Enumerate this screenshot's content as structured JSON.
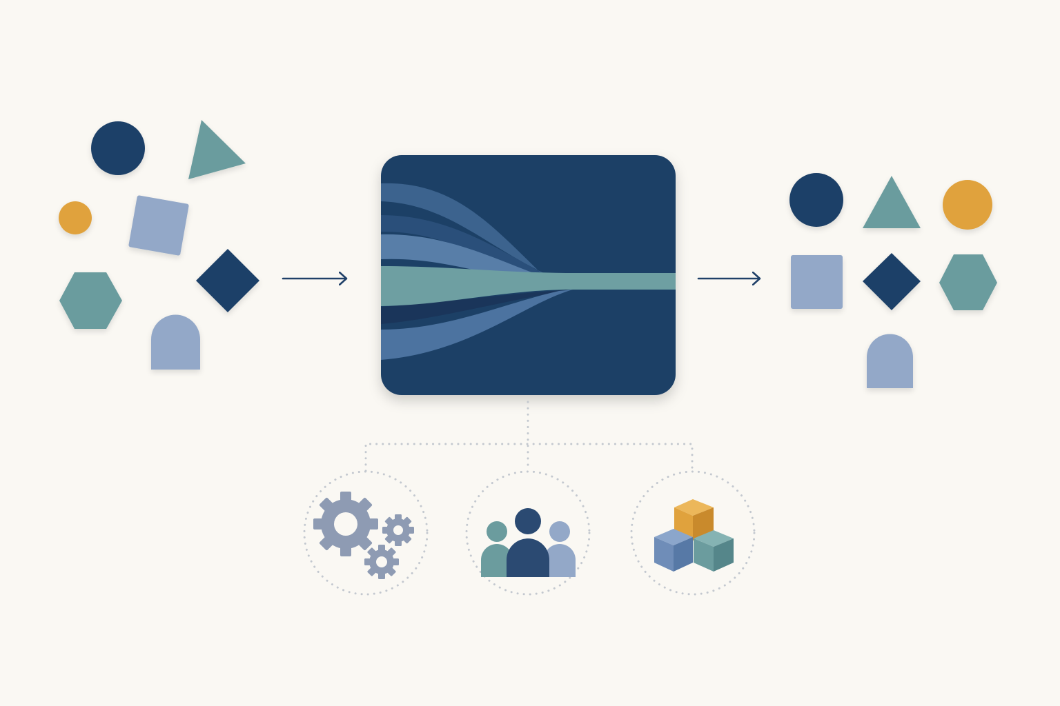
{
  "colors": {
    "background": "#faf8f3",
    "navy": "#1f4068",
    "teal": "#6b9c9e",
    "periwinkle": "#93a8c8",
    "mustard": "#e0a23d",
    "slate": "#8e9bb3",
    "dotted_line": "#c3c8cf"
  },
  "input_shapes": [
    {
      "name": "input-circle-navy",
      "shape": "circle",
      "color": "navy"
    },
    {
      "name": "input-triangle-teal",
      "shape": "triangle",
      "color": "teal"
    },
    {
      "name": "input-circle-mustard",
      "shape": "circle",
      "color": "mustard"
    },
    {
      "name": "input-square-periwinkle",
      "shape": "square",
      "color": "periwinkle"
    },
    {
      "name": "input-diamond-navy",
      "shape": "diamond",
      "color": "navy"
    },
    {
      "name": "input-hexagon-teal",
      "shape": "hexagon",
      "color": "teal"
    },
    {
      "name": "input-arch-periwinkle",
      "shape": "arch",
      "color": "periwinkle"
    }
  ],
  "output_shapes": [
    {
      "name": "output-circle-navy",
      "shape": "circle",
      "color": "navy"
    },
    {
      "name": "output-triangle-teal",
      "shape": "triangle",
      "color": "teal"
    },
    {
      "name": "output-circle-mustard",
      "shape": "circle",
      "color": "mustard"
    },
    {
      "name": "output-square-periwinkle",
      "shape": "square",
      "color": "periwinkle"
    },
    {
      "name": "output-diamond-navy",
      "shape": "diamond",
      "color": "navy"
    },
    {
      "name": "output-hexagon-teal",
      "shape": "hexagon",
      "color": "teal"
    },
    {
      "name": "output-arch-periwinkle",
      "shape": "arch",
      "color": "periwinkle"
    }
  ],
  "process_box": {
    "icon": "funnel-flow-icon",
    "color": "navy"
  },
  "support_icons": [
    "gears-icon",
    "people-icon",
    "cubes-icon"
  ]
}
